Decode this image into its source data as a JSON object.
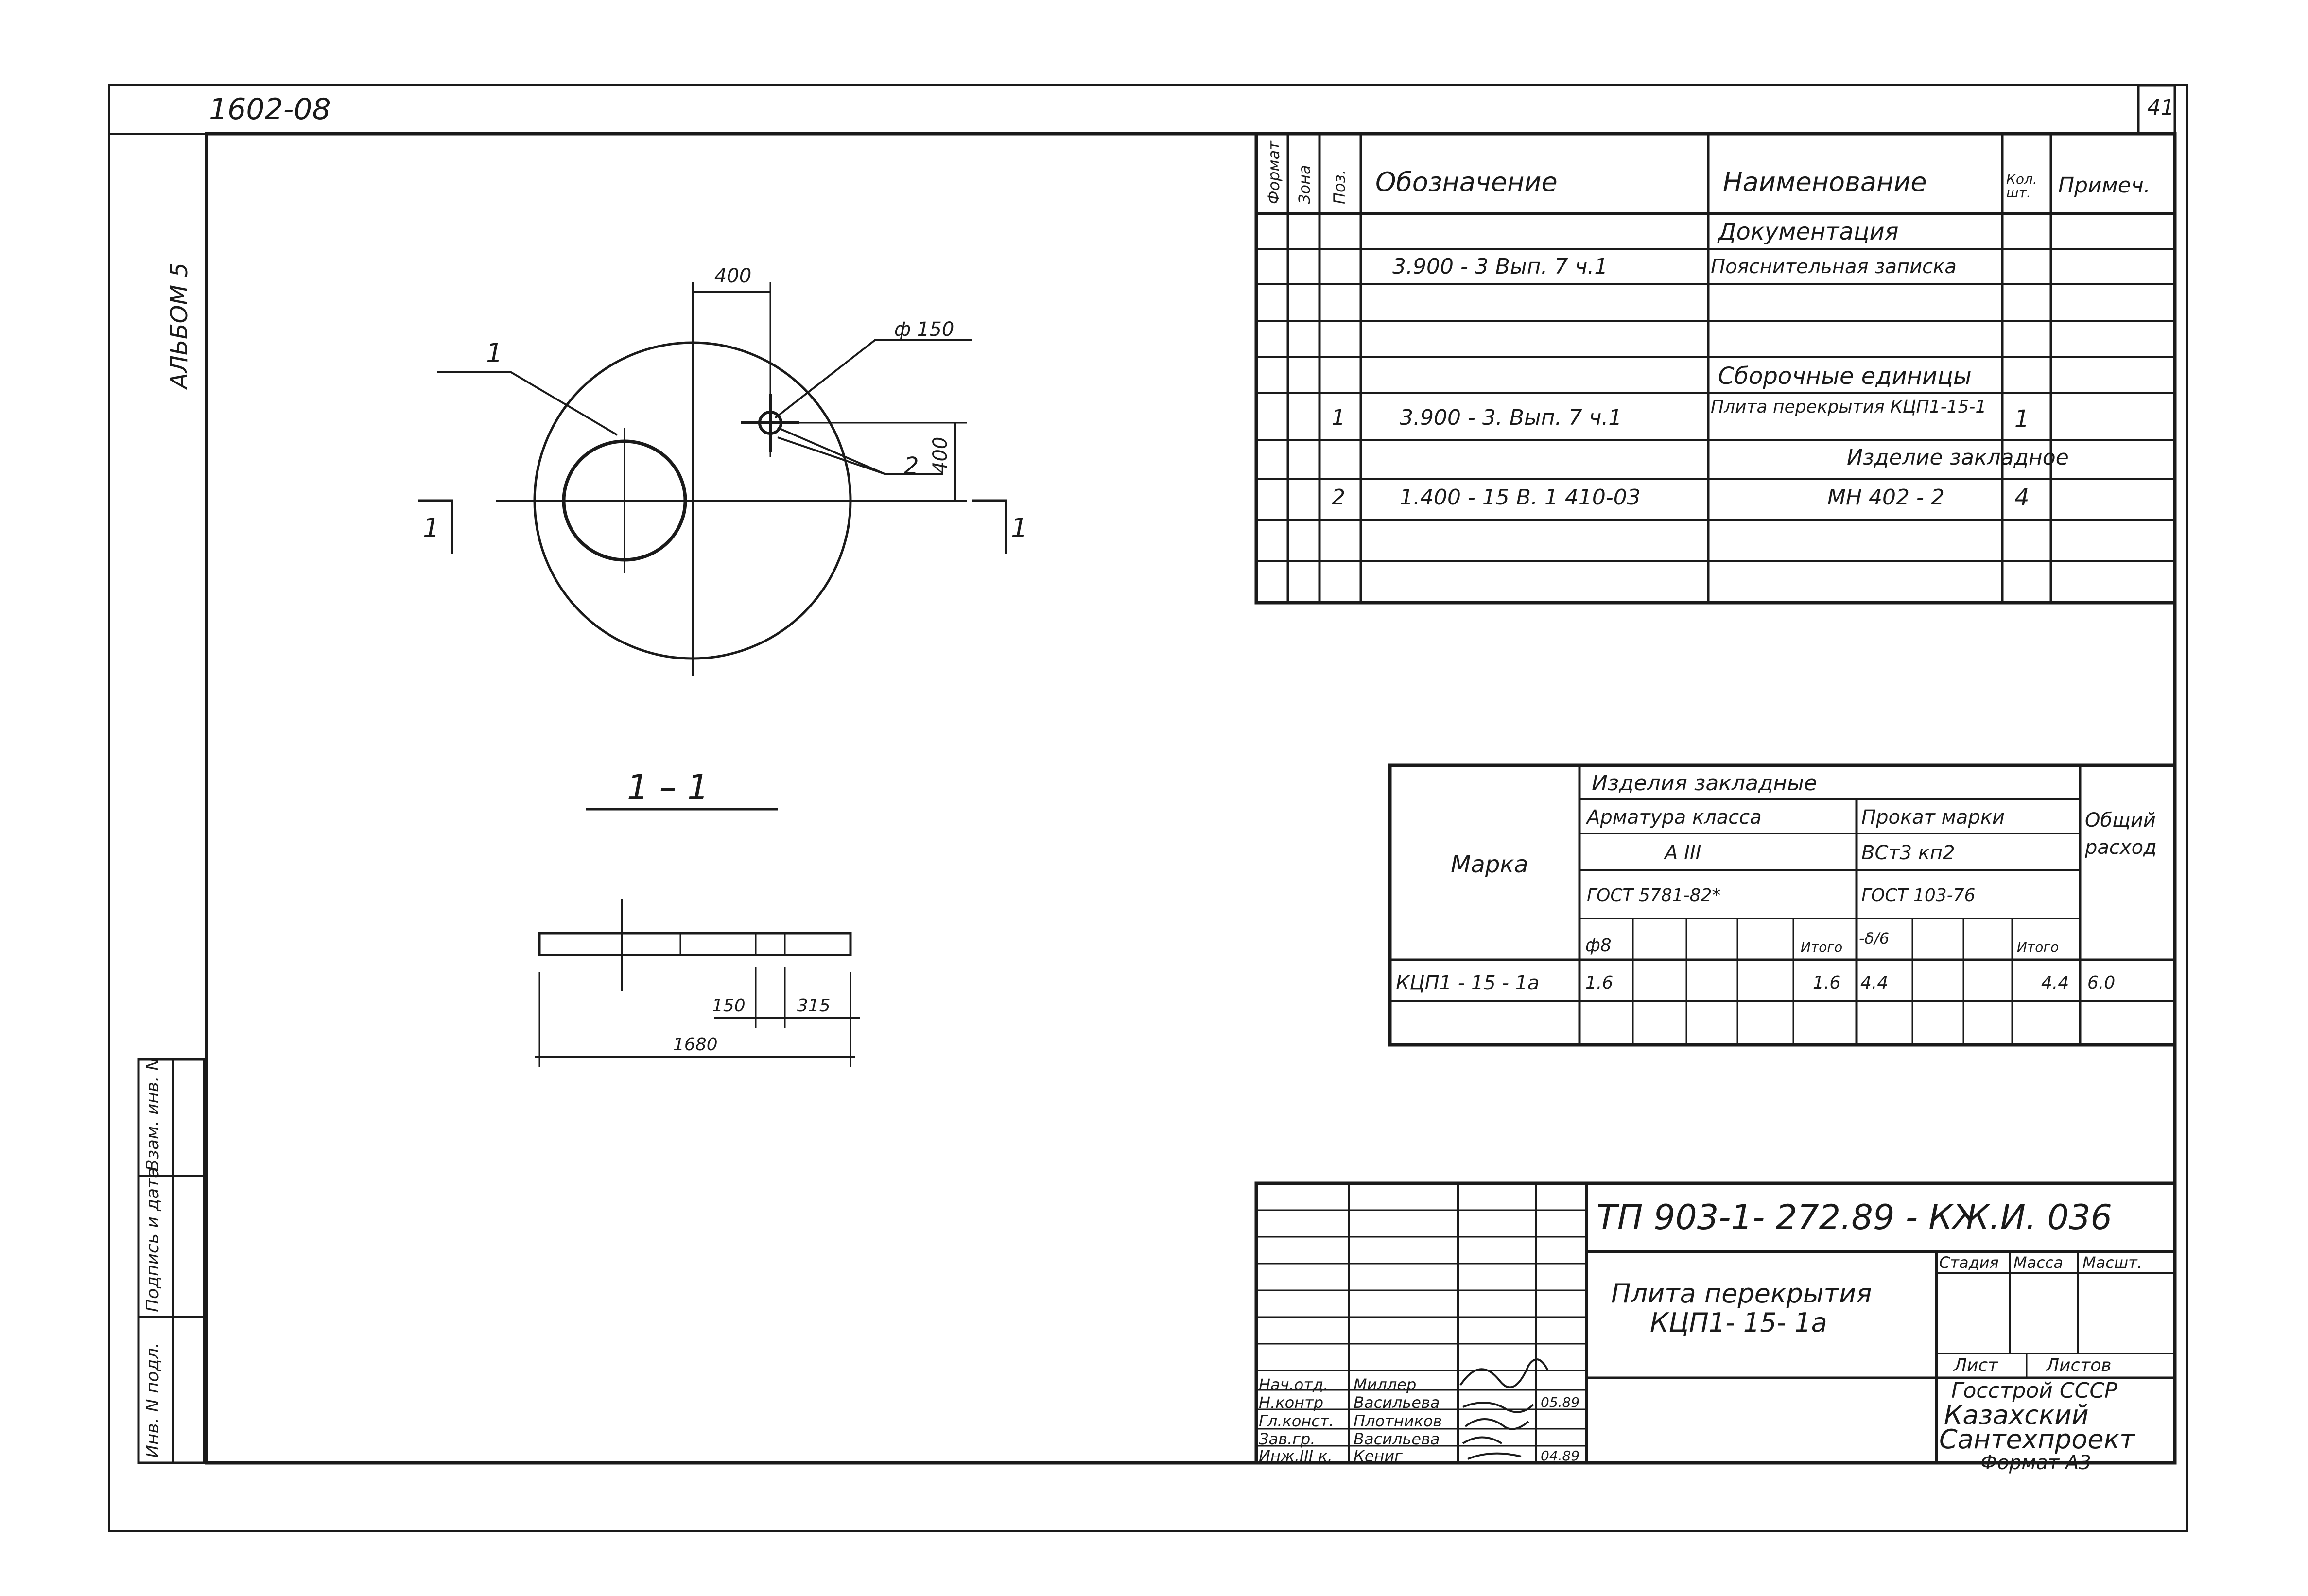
{
  "header": {
    "doc_code": "1602-08",
    "sheet_number": "41",
    "album": "АЛЬБОМ 5"
  },
  "plan_view": {
    "dim_top": "400",
    "dim_right": "400",
    "hole_diameter": "ф 150",
    "pos_1": "1",
    "pos_2": "2",
    "section_mark": "1"
  },
  "section_view": {
    "title": "1 – 1",
    "dim_total": "1680",
    "dim_a": "150",
    "dim_b": "315"
  },
  "spec_table": {
    "headers": [
      "Формат",
      "Зона",
      "Поз.",
      "Обозначение",
      "Наименование",
      "Кол. шт.",
      "Примеч."
    ],
    "rows": [
      {
        "pos": "",
        "designation": "",
        "name": "Документация",
        "qty": ""
      },
      {
        "pos": "",
        "designation": "3.900 - 3  Вып. 7 ч.1",
        "name": "Пояснительная записка",
        "qty": ""
      },
      {
        "pos": "",
        "designation": "",
        "name": "",
        "qty": ""
      },
      {
        "pos": "",
        "designation": "",
        "name": "",
        "qty": ""
      },
      {
        "pos": "",
        "designation": "",
        "name": "Сборочные единицы",
        "qty": ""
      },
      {
        "pos": "1",
        "designation": "3.900 - 3.  Вып. 7 ч.1",
        "name": "Плита перекрытия  КЦП1-15-1",
        "qty": "1"
      },
      {
        "pos": "",
        "designation": "",
        "name": "Изделие закладное",
        "qty": ""
      },
      {
        "pos": "2",
        "designation": "1.400 - 15  В. 1  410-03",
        "name": "МН 402 - 2",
        "qty": "4"
      },
      {
        "pos": "",
        "designation": "",
        "name": "",
        "qty": ""
      },
      {
        "pos": "",
        "designation": "",
        "name": "",
        "qty": ""
      }
    ]
  },
  "steel_table": {
    "marka": "Марка",
    "group": "Изделия  закладные",
    "armatura": "Арматура класса",
    "armatura_class": "А III",
    "armatura_gost": "ГОСТ 5781-82*",
    "prokat": "Прокат марки",
    "prokat_grade": "ВСт3 кп2",
    "prokat_gost": "ГОСТ 103-76",
    "total": "Общий расход",
    "sub_a": "ф8",
    "sub_b": "-δ/6",
    "itogo": "Итого",
    "row": {
      "marka": "КЦП1 - 15 - 1а",
      "a_val": "1.6",
      "a_total": "1.6",
      "b_val": "4.4",
      "b_total": "4.4",
      "total": "6.0"
    }
  },
  "title_block": {
    "code": "ТП 903-1- 272.89    - КЖ.И. 036",
    "name_line1": "Плита перекрытия",
    "name_line2": "КЦП1- 15- 1а",
    "stage": "Стадия",
    "mass": "Масса",
    "scale": "Масшт.",
    "sheet": "Лист",
    "sheets": "Листов",
    "org_line1": "Госстрой СССР",
    "org_line2": "Казахский",
    "org_line3": "Сантехпроект",
    "format": "Формат А3",
    "signers": [
      {
        "role": "Нач.отд.",
        "name": "Миллер",
        "date": ""
      },
      {
        "role": "Н.контр",
        "name": "Васильева",
        "date": "05.89"
      },
      {
        "role": "Гл.конст.",
        "name": "Плотников",
        "date": ""
      },
      {
        "role": "Зав.гр.",
        "name": "Васильева",
        "date": ""
      },
      {
        "role": "Инж.III к.",
        "name": "Кениг",
        "date": "04.89"
      }
    ]
  },
  "side_stamp": {
    "inv_podl": "Инв. N подл.",
    "podpis": "Подпись и дата",
    "vzam": "Взам. инв. N"
  }
}
